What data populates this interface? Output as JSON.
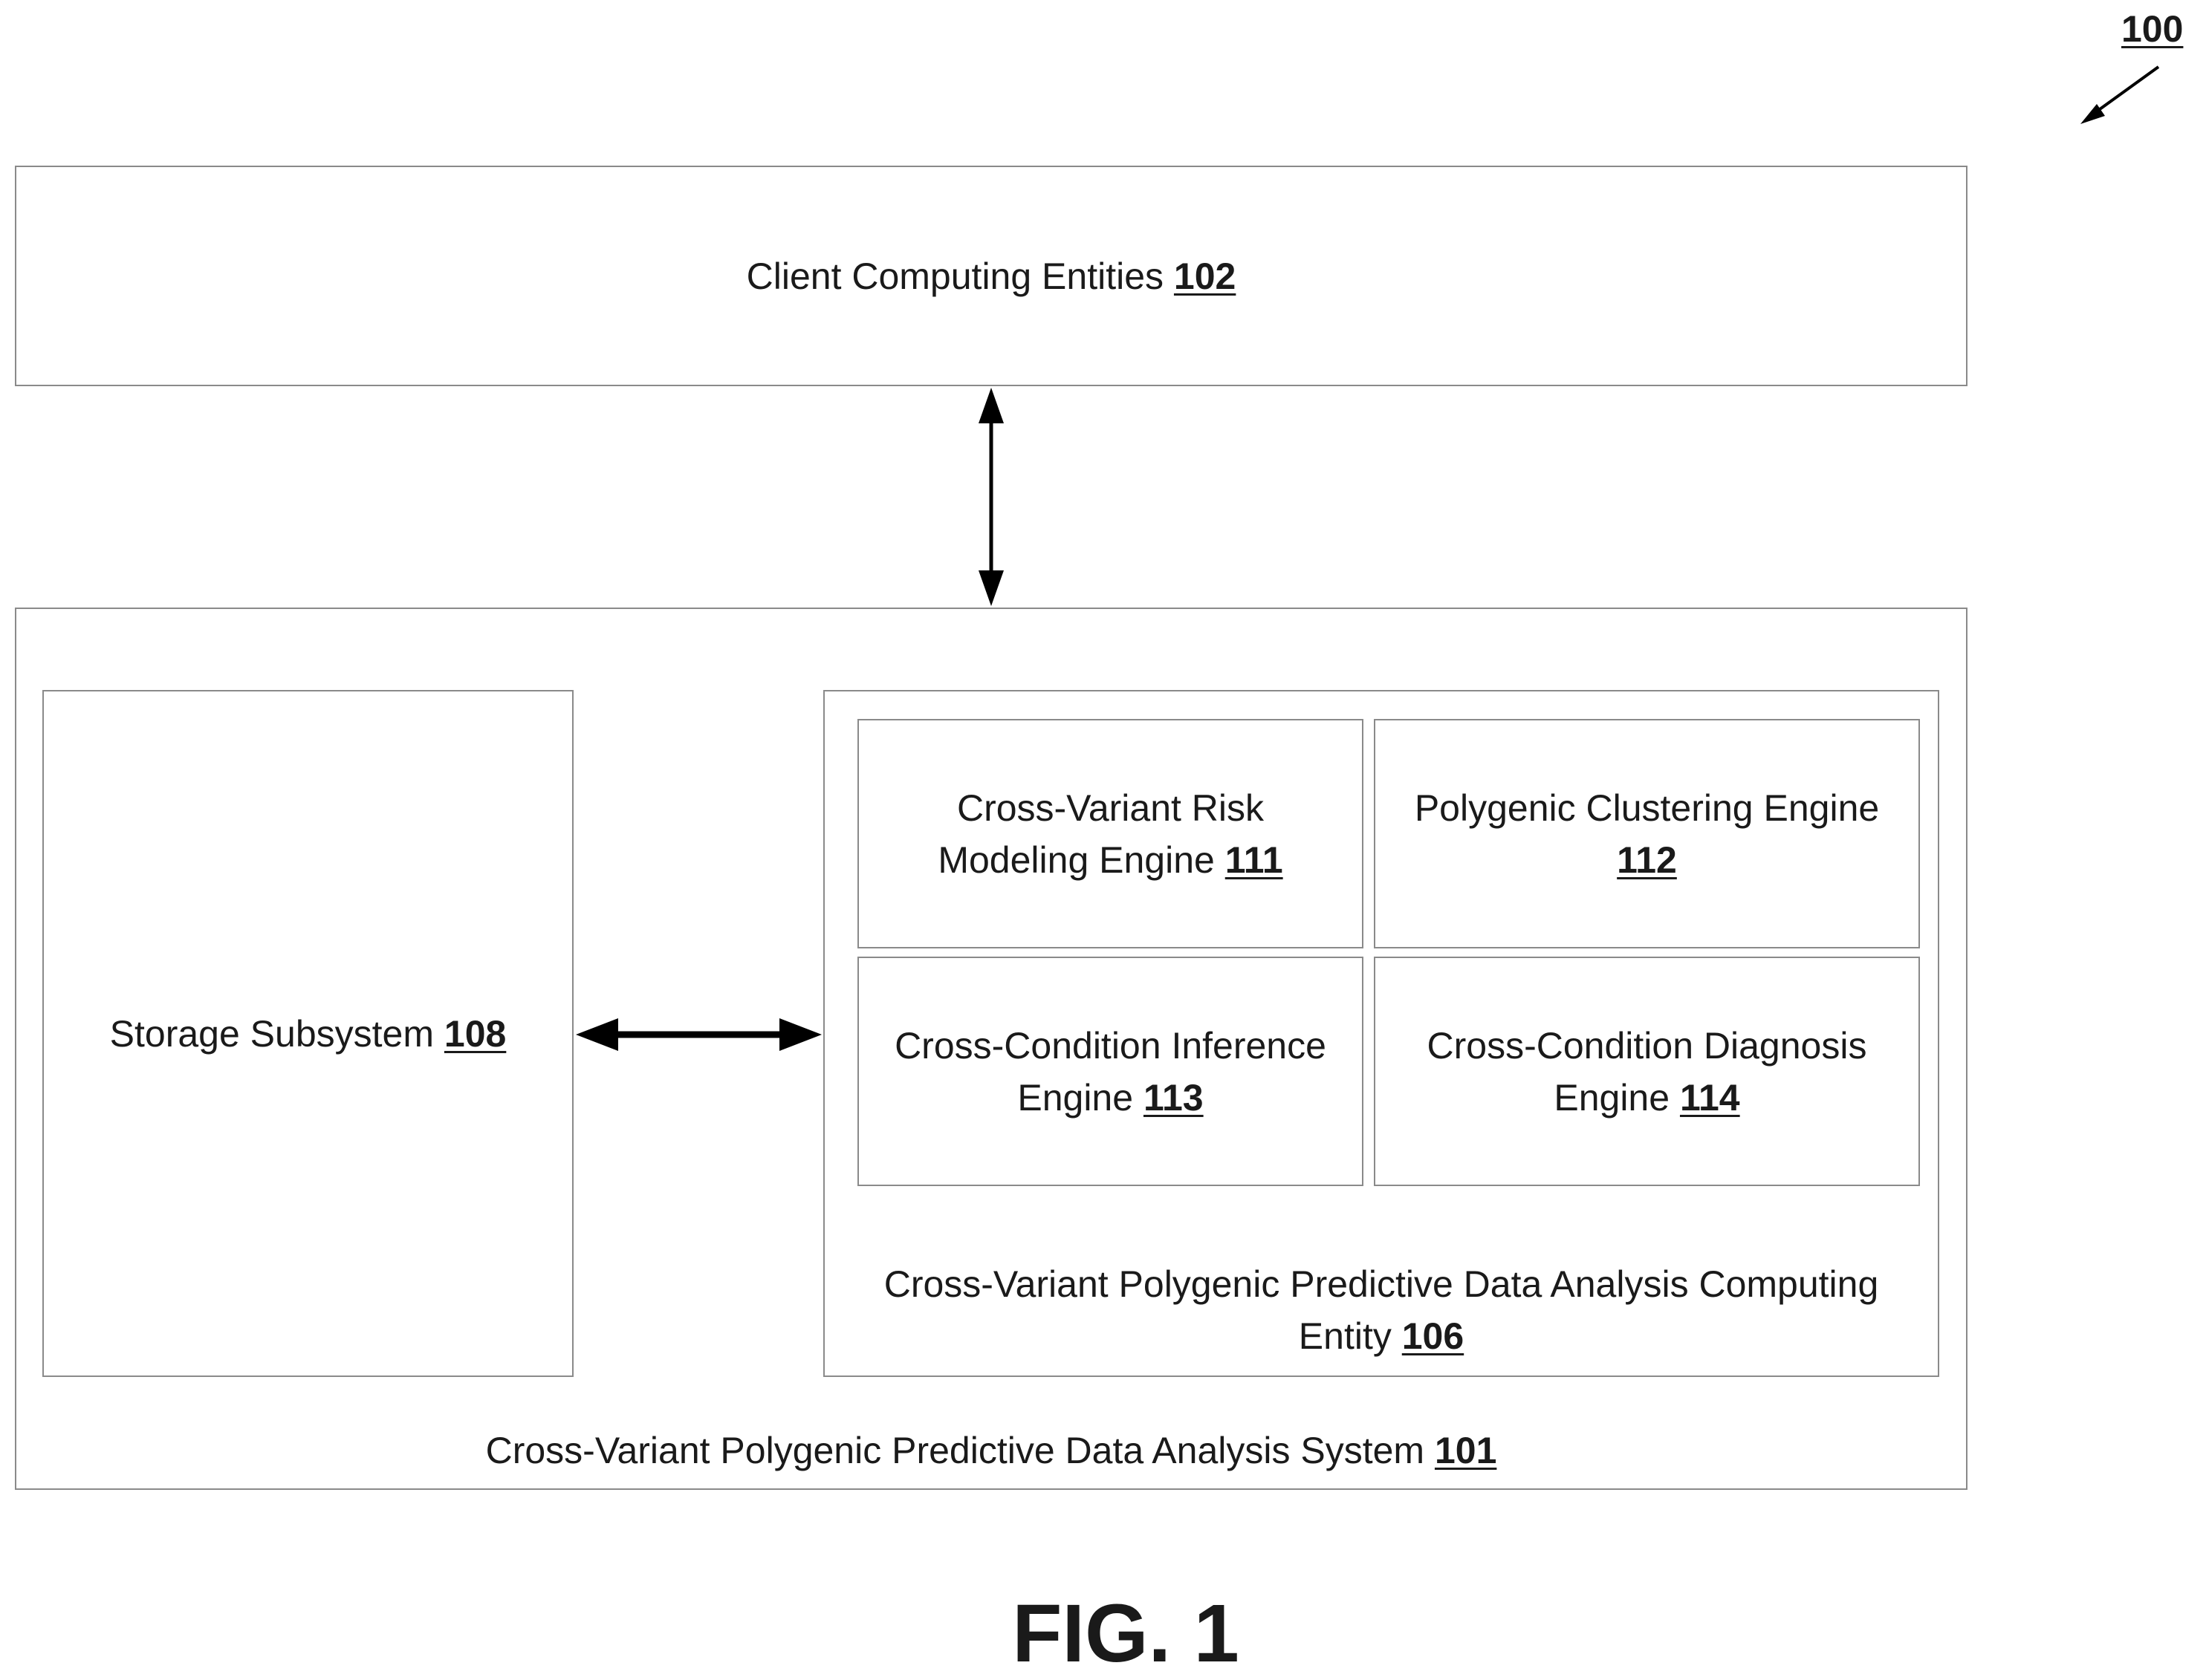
{
  "figure_number": "100",
  "client": {
    "text": "Client Computing Entities ",
    "ref": "102"
  },
  "system": {
    "text": "Cross-Variant Polygenic Predictive Data Analysis System ",
    "ref": "101"
  },
  "storage": {
    "text": "Storage Subsystem ",
    "ref": "108"
  },
  "computing_entity": {
    "line1": "Cross-Variant Polygenic Predictive Data Analysis Computing",
    "line2": "Entity ",
    "ref": "106"
  },
  "engines": {
    "e111": {
      "line1": "Cross-Variant Risk",
      "line2": "Modeling Engine ",
      "ref": "111"
    },
    "e112": {
      "line1": "Polygenic Clustering Engine",
      "line2": "",
      "ref": "112"
    },
    "e113": {
      "line1": "Cross-Condition Inference",
      "line2": "Engine ",
      "ref": "113"
    },
    "e114": {
      "line1": "Cross-Condition Diagnosis",
      "line2": "Engine ",
      "ref": "114"
    }
  },
  "caption": "FIG. 1"
}
